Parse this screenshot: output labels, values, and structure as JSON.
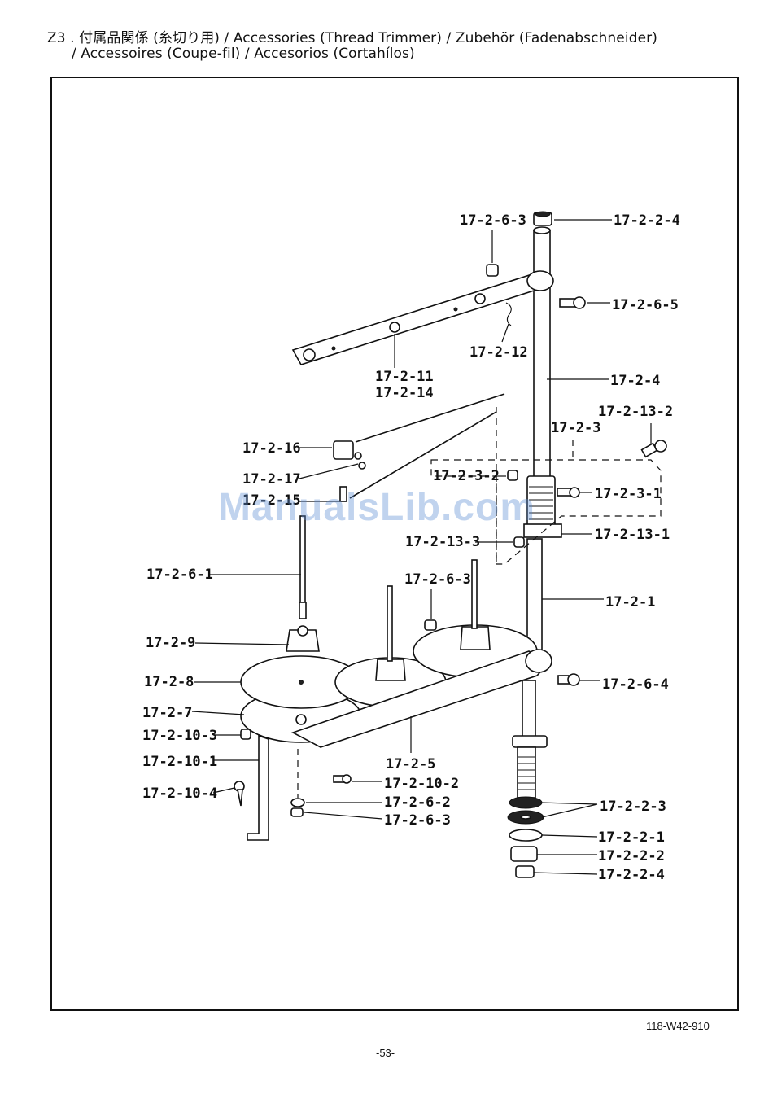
{
  "header": {
    "line1": "Z3 . 付属品関係 (糸切り用) / Accessories (Thread Trimmer) / Zubehör (Fadenabschneider)",
    "line2": "/ Accessoires (Coupe-fil) / Accesorios (Cortahílos)"
  },
  "labels": {
    "l_17_2_6_3_top": "17-2-6-3",
    "l_17_2_2_4_top": "17-2-2-4",
    "l_17_2_6_5": "17-2-6-5",
    "l_17_2_12": "17-2-12",
    "l_17_2_11": "17-2-11",
    "l_17_2_14": "17-2-14",
    "l_17_2_4": "17-2-4",
    "l_17_2_13_2": "17-2-13-2",
    "l_17_2_3": "17-2-3",
    "l_17_2_16": "17-2-16",
    "l_17_2_3_2": "17-2-3-2",
    "l_17_2_17": "17-2-17",
    "l_17_2_3_1": "17-2-3-1",
    "l_17_2_15": "17-2-15",
    "l_17_2_13_1": "17-2-13-1",
    "l_17_2_13_3": "17-2-13-3",
    "l_17_2_6_1": "17-2-6-1",
    "l_17_2_6_3_mid": "17-2-6-3",
    "l_17_2_1": "17-2-1",
    "l_17_2_9": "17-2-9",
    "l_17_2_6_4": "17-2-6-4",
    "l_17_2_8": "17-2-8",
    "l_17_2_7": "17-2-7",
    "l_17_2_10_3": "17-2-10-3",
    "l_17_2_5": "17-2-5",
    "l_17_2_10_1": "17-2-10-1",
    "l_17_2_10_2": "17-2-10-2",
    "l_17_2_2_3": "17-2-2-3",
    "l_17_2_10_4": "17-2-10-4",
    "l_17_2_6_2": "17-2-6-2",
    "l_17_2_6_3_bot": "17-2-6-3",
    "l_17_2_2_1": "17-2-2-1",
    "l_17_2_2_2": "17-2-2-2",
    "l_17_2_2_4_bot": "17-2-2-4"
  },
  "footer": {
    "doc_number": "118-W42-910",
    "page_number": "-53-"
  },
  "watermark": "ManualsLib.com"
}
